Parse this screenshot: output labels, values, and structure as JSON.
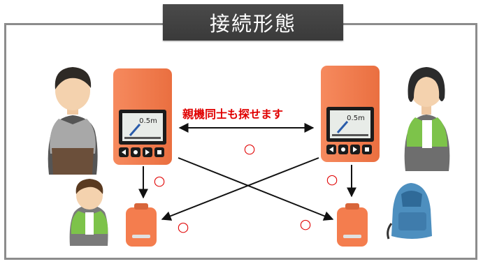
{
  "title": "接続形態",
  "caption": "親機同士も探せます",
  "devices": {
    "left": {
      "display": "0.5m"
    },
    "right": {
      "display": "0.5m"
    }
  },
  "ok_mark": "○",
  "colors": {
    "device_body": "#f47d4e",
    "ok_mark": "#e00000",
    "arrow": "#111111",
    "title_bg": "#404040",
    "frame": "#8c8c8c"
  }
}
